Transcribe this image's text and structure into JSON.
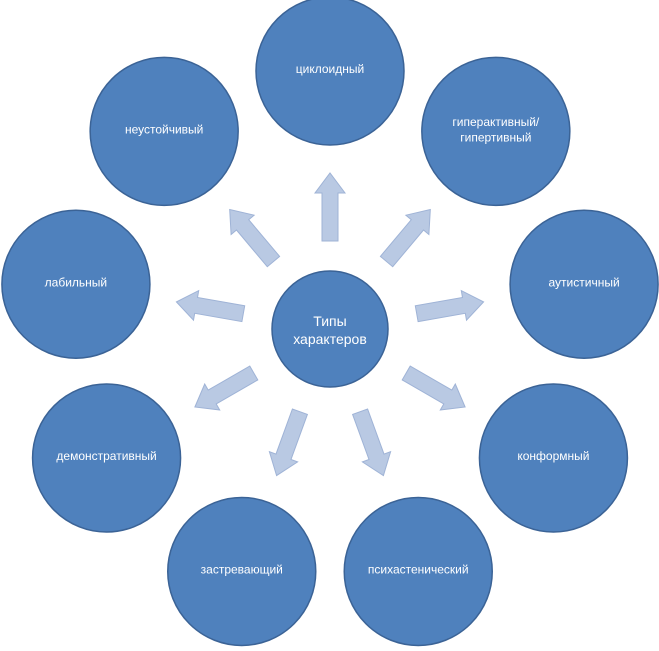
{
  "colors": {
    "node_fill": "#4f81bd",
    "node_stroke": "#3b6396",
    "arrow_fill": "#b9c9e3",
    "arrow_stroke": "#9fb3d6",
    "text": "#ffffff"
  },
  "center": {
    "label_lines": [
      "Типы",
      "характеров"
    ]
  },
  "nodes": [
    {
      "label_lines": [
        "циклоидный"
      ]
    },
    {
      "label_lines": [
        "гиперактивный/",
        "гипертивный"
      ]
    },
    {
      "label_lines": [
        "аутистичный"
      ]
    },
    {
      "label_lines": [
        "конформный"
      ]
    },
    {
      "label_lines": [
        "психастенический"
      ]
    },
    {
      "label_lines": [
        "застревающий"
      ]
    },
    {
      "label_lines": [
        "демонстративный"
      ]
    },
    {
      "label_lines": [
        "лабильный"
      ]
    },
    {
      "label_lines": [
        "неустойчивый"
      ]
    }
  ]
}
